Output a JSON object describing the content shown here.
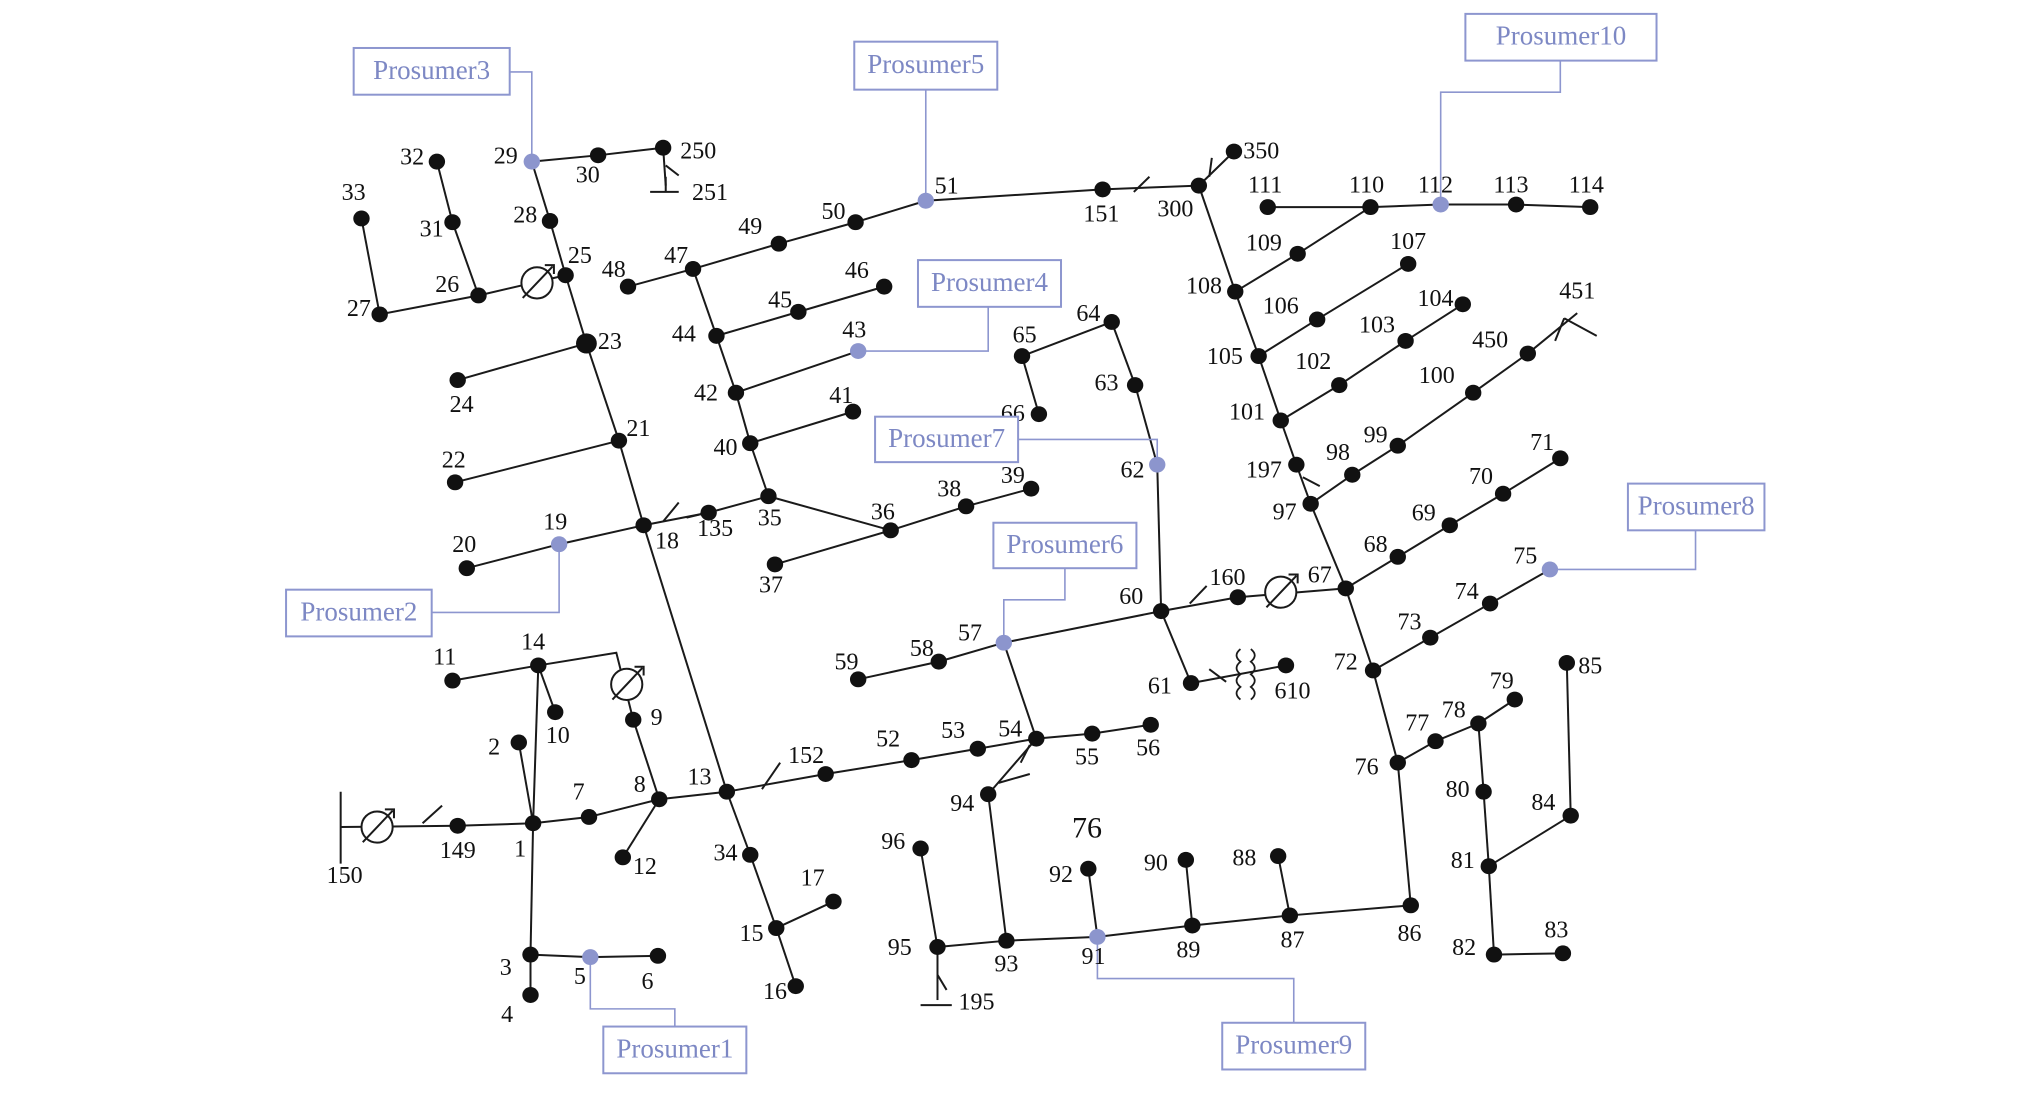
{
  "nodes": [
    "1",
    "2",
    "3",
    "4",
    "5",
    "6",
    "7",
    "8",
    "9",
    "10",
    "11",
    "12",
    "13",
    "14",
    "15",
    "16",
    "17",
    "18",
    "19",
    "20",
    "21",
    "22",
    "23",
    "24",
    "25",
    "26",
    "27",
    "28",
    "29",
    "30",
    "31",
    "32",
    "33",
    "34",
    "35",
    "36",
    "37",
    "38",
    "39",
    "40",
    "41",
    "42",
    "43",
    "44",
    "45",
    "46",
    "47",
    "48",
    "49",
    "50",
    "51",
    "52",
    "53",
    "54",
    "55",
    "56",
    "57",
    "58",
    "59",
    "60",
    "61",
    "62",
    "63",
    "64",
    "65",
    "66",
    "67",
    "68",
    "69",
    "70",
    "71",
    "72",
    "73",
    "74",
    "75",
    "76",
    "77",
    "78",
    "79",
    "80",
    "81",
    "82",
    "83",
    "84",
    "85",
    "86",
    "87",
    "88",
    "89",
    "90",
    "91",
    "92",
    "93",
    "94",
    "95",
    "96",
    "97",
    "98",
    "99",
    "100",
    "101",
    "102",
    "103",
    "104",
    "105",
    "106",
    "107",
    "108",
    "109",
    "110",
    "111",
    "112",
    "113",
    "114",
    "135",
    "149",
    "150",
    "151",
    "152",
    "160",
    "195",
    "197",
    "250",
    "251",
    "300",
    "350",
    "450",
    "451",
    "610"
  ],
  "prosumers": [
    "Prosumer1",
    "Prosumer2",
    "Prosumer3",
    "Prosumer4",
    "Prosumer5",
    "Prosumer6",
    "Prosumer7",
    "Prosumer8",
    "Prosumer9",
    "Prosumer10"
  ],
  "annotation": "76",
  "colors": {
    "line": "#1a1a1a",
    "node": "#111111",
    "prosumer": "#8c95cd",
    "prosumer_text": "#7d88c4"
  }
}
